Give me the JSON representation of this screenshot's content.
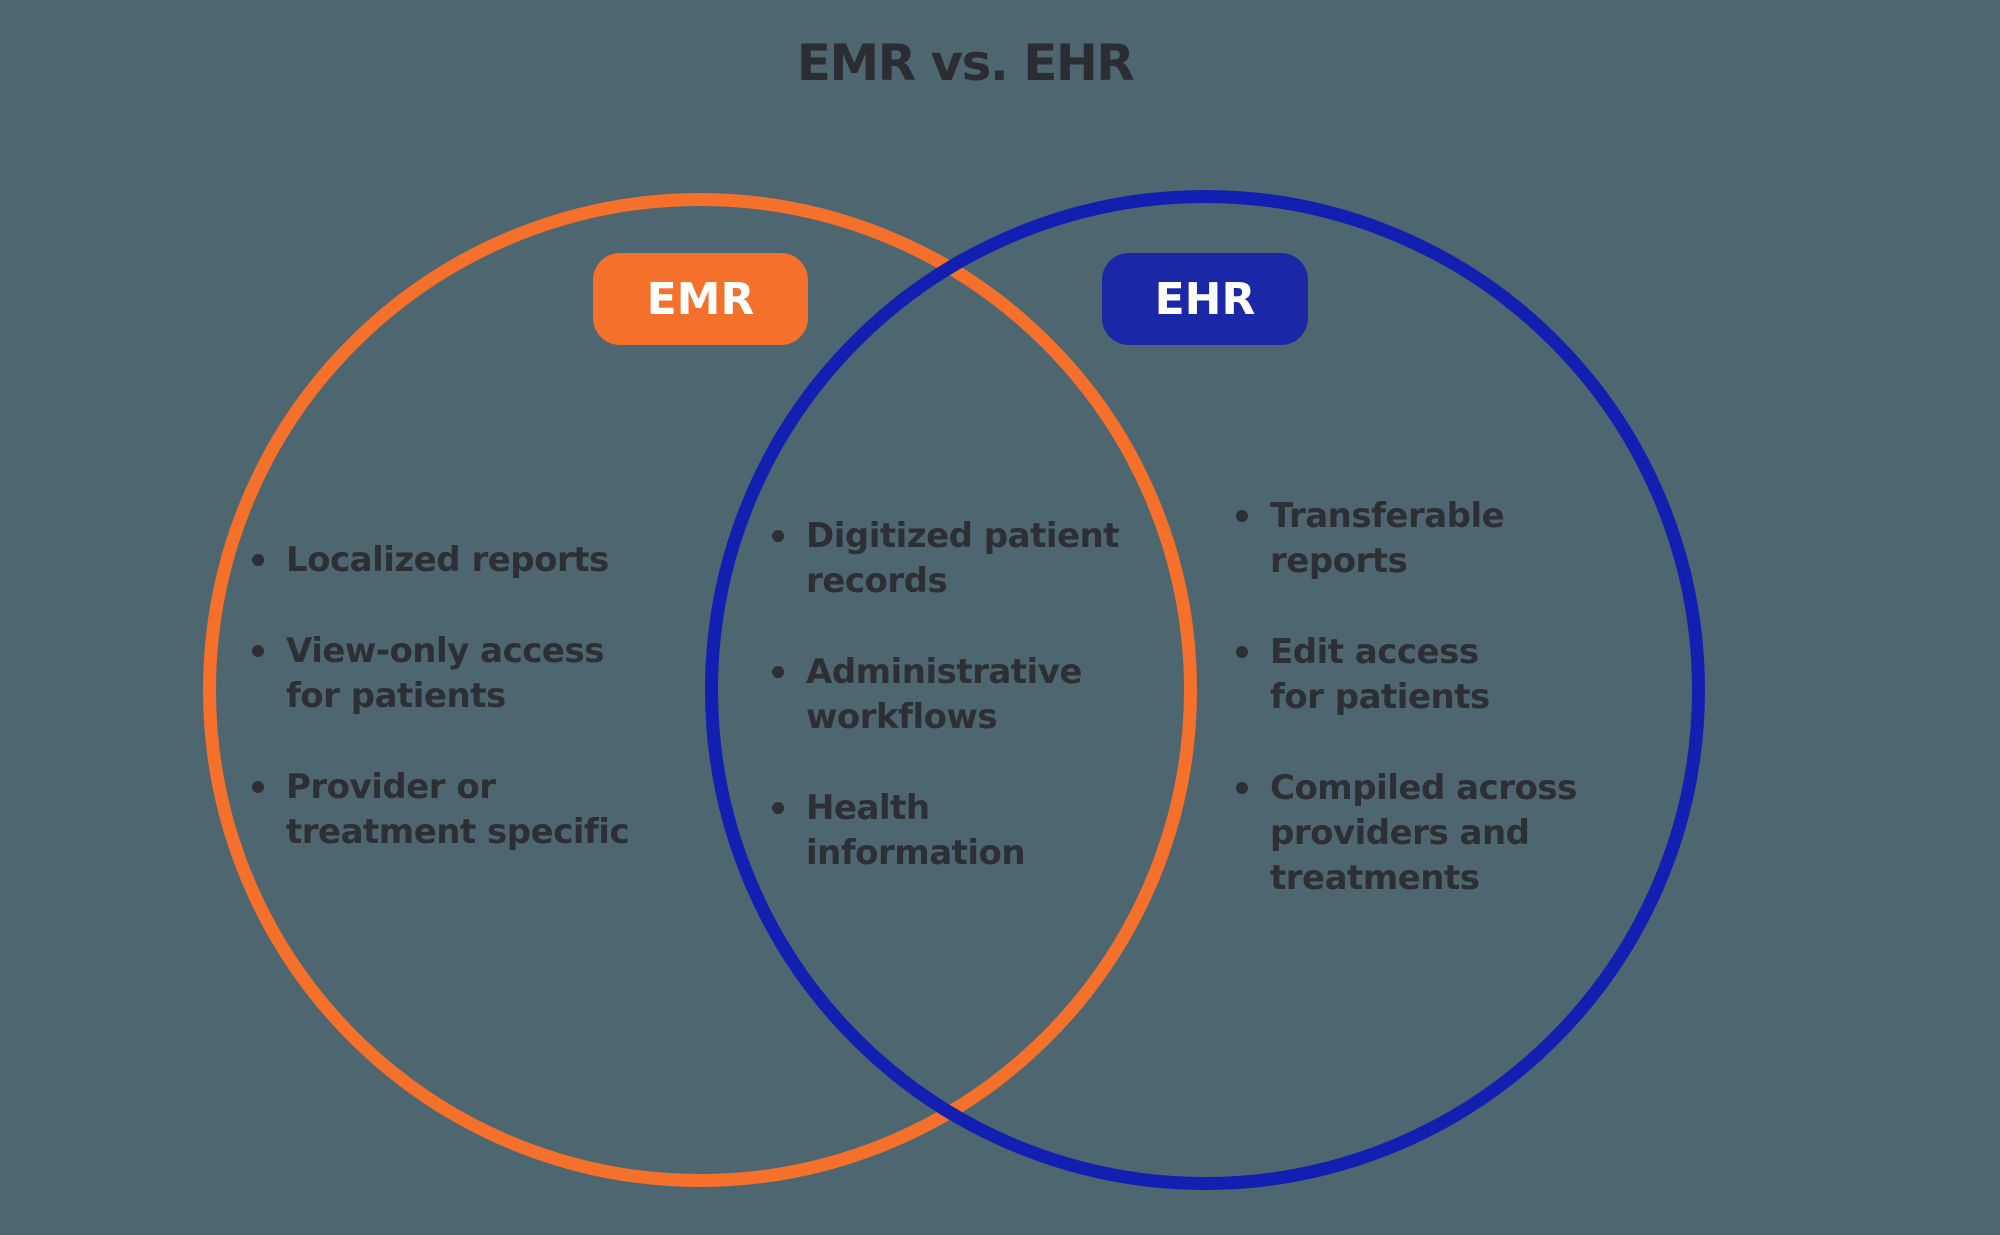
{
  "title": "EMR vs. EHR",
  "colors": {
    "background": "#4D6670",
    "emr_orange": "#F4702B",
    "ehr_circle_blue": "#131FB0",
    "ehr_badge_blue": "#1A28A8",
    "text": "#2E2E35",
    "badge_text": "#FFFFFF"
  },
  "venn": {
    "left": {
      "badge": "EMR",
      "items": [
        [
          "Localized reports"
        ],
        [
          "View-only access",
          "for patients"
        ],
        [
          "Provider or",
          "treatment specific"
        ]
      ]
    },
    "middle": {
      "items": [
        [
          "Digitized patient",
          "records"
        ],
        [
          "Administrative",
          "workflows"
        ],
        [
          "Health",
          "information"
        ]
      ]
    },
    "right": {
      "badge": "EHR",
      "items": [
        [
          "Transferable",
          "reports"
        ],
        [
          "Edit access",
          "for patients"
        ],
        [
          "Compiled across",
          "providers and",
          "treatments"
        ]
      ]
    }
  }
}
